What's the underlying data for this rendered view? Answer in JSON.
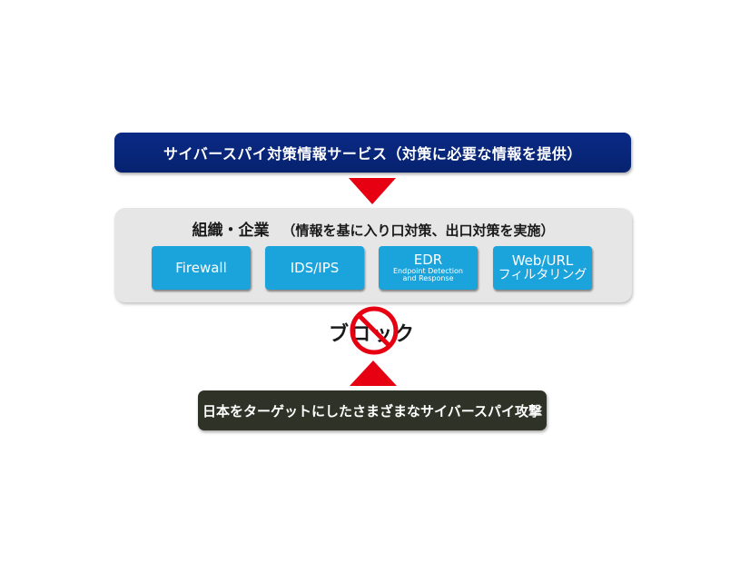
{
  "diagram": {
    "top_box": {
      "label": "サイバースパイ対策情報サービス（対策に必要な情報を提供）",
      "color": "#0b2a86"
    },
    "arrow_down": {
      "color": "#e60012"
    },
    "org_box": {
      "title": "組織・企業",
      "subtitle": "（情報を基に入り口対策、出口対策を実施）",
      "color": "#e6e6e6",
      "tools": [
        {
          "label": "Firewall"
        },
        {
          "label": "IDS/IPS"
        },
        {
          "label": "EDR",
          "sub1": "Endpoint Detection",
          "sub2": "and Response"
        },
        {
          "label": "Web/URL",
          "sub1": "フィルタリング"
        }
      ],
      "tool_color": "#1ba3dc"
    },
    "block": {
      "label": "ブロック",
      "icon": "prohibition-icon",
      "color": "#e60012"
    },
    "arrow_up": {
      "color": "#e60012"
    },
    "bottom_box": {
      "label": "日本をターゲットにしたさまざまなサイバースパイ攻撃",
      "color": "#2f3327"
    }
  }
}
